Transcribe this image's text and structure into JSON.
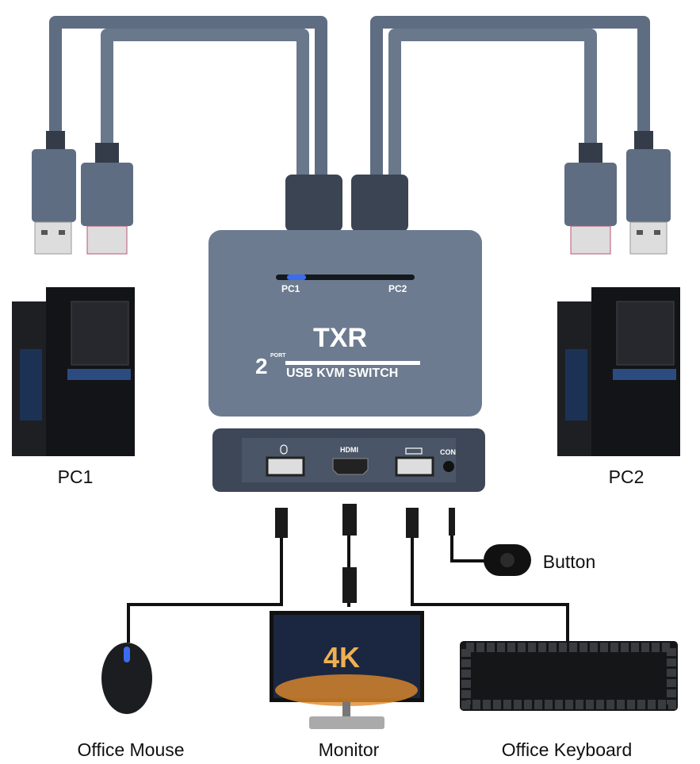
{
  "device": {
    "brand": "TXR",
    "port_count": "2",
    "port_word": "PORT",
    "product_name": "USB KVM SWITCH",
    "led_left": "PC1",
    "led_right": "PC2",
    "active_pc": "PC1",
    "ports": {
      "mouse": "mouse-icon",
      "hdmi": "HDMI",
      "keyboard": "keyboard-icon",
      "con": "CON"
    }
  },
  "labels": {
    "pc1": "PC1",
    "pc2": "PC2",
    "button": "Button",
    "mouse": "Office Mouse",
    "monitor": "Monitor",
    "keyboard": "Office Keyboard",
    "monitor_screen": "4K"
  },
  "colors": {
    "cable": "#5f6d82",
    "device": "#6c7b90",
    "panel": "#3d4757",
    "led": "#3b6cf0"
  }
}
